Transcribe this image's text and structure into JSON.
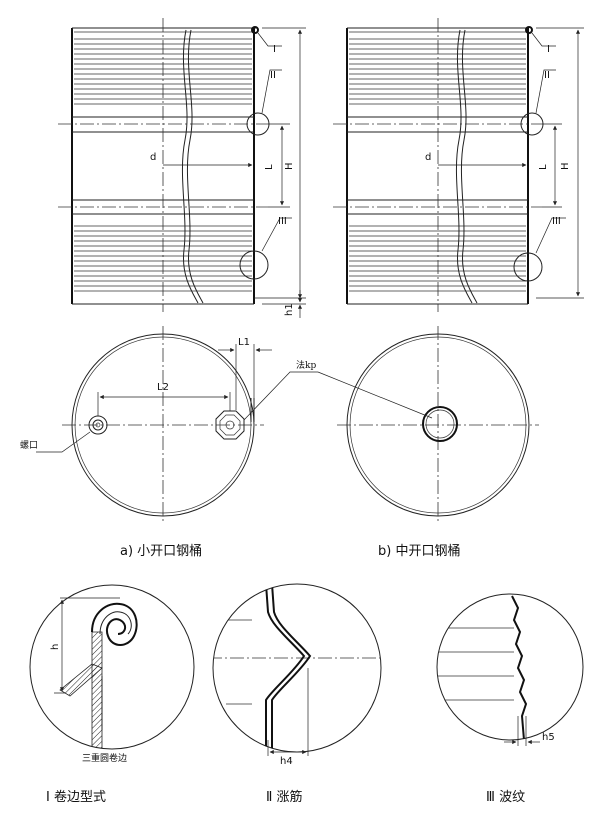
{
  "dimensions": {
    "d": "d",
    "L": "L",
    "H": "H",
    "h1": "h1",
    "L1": "L1",
    "L2": "L2",
    "h": "h",
    "h4": "h4",
    "h5": "h5"
  },
  "markers": {
    "I": "I",
    "II": "II",
    "III": "III"
  },
  "notes": {
    "opening_small": "螺口",
    "opening_mid": "法kp",
    "fold_note": "三重圆卷边"
  },
  "captions": {
    "a": "a) 小开口钢桶",
    "b": "b) 中开口钢桶",
    "detail_I": "Ⅰ 卷边型式",
    "detail_II": "Ⅱ 涨筋",
    "detail_III": "Ⅲ 波纹"
  }
}
